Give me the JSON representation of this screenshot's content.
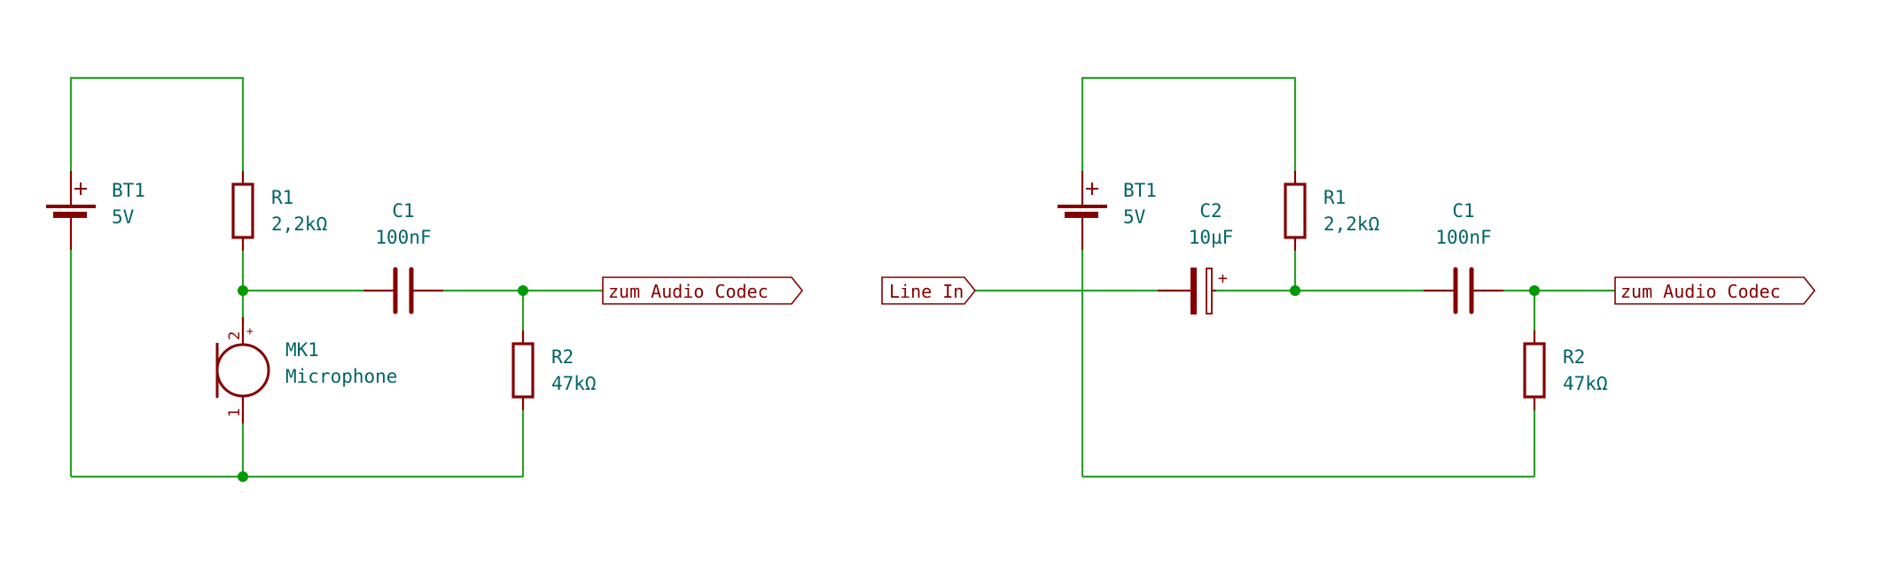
{
  "colors": {
    "wire": "#2aa02a",
    "component": "#840000",
    "reference_text": "#006464",
    "junction": "#009900",
    "background": "#ffffff"
  },
  "left_circuit": {
    "battery": {
      "ref": "BT1",
      "value": "5V"
    },
    "r1": {
      "ref": "R1",
      "value": "2,2kΩ"
    },
    "c1": {
      "ref": "C1",
      "value": "100nF"
    },
    "mic": {
      "ref": "MK1",
      "value": "Microphone",
      "pin_top": "2",
      "pin_bottom": "1",
      "polarity": "+"
    },
    "r2": {
      "ref": "R2",
      "value": "47kΩ"
    },
    "output_label": "zum Audio Codec"
  },
  "right_circuit": {
    "input_label": "Line In",
    "battery": {
      "ref": "BT1",
      "value": "5V"
    },
    "c2": {
      "ref": "C2",
      "value": "10µF",
      "polarity": "+"
    },
    "r1": {
      "ref": "R1",
      "value": "2,2kΩ"
    },
    "c1": {
      "ref": "C1",
      "value": "100nF"
    },
    "r2": {
      "ref": "R2",
      "value": "47kΩ"
    },
    "output_label": "zum Audio Codec"
  }
}
